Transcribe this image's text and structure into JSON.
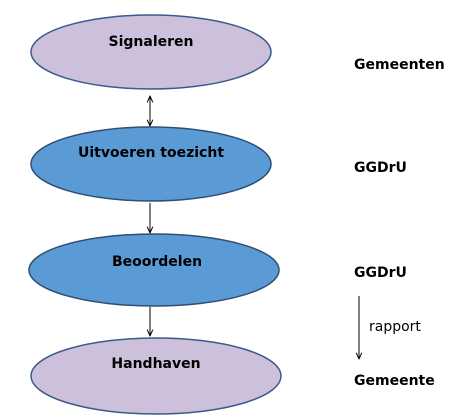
{
  "diagram": {
    "nodes": [
      {
        "id": "signaleren",
        "label": "Signaleren",
        "actor": "Gemeenten",
        "fill": "#ccc0da",
        "stroke": "#3a5b8c"
      },
      {
        "id": "uitvoeren",
        "label": "Uitvoeren toezicht",
        "actor": "GGDrU",
        "fill": "#5b9bd5",
        "stroke": "#2f4f74"
      },
      {
        "id": "beoordelen",
        "label": "Beoordelen",
        "actor": "GGDrU",
        "fill": "#5b9bd5",
        "stroke": "#2f4f74"
      },
      {
        "id": "handhaven",
        "label": "Handhaven",
        "actor": "Gemeente",
        "fill": "#ccc0da",
        "stroke": "#3a5b8c"
      }
    ],
    "edges": [
      {
        "from": "signaleren",
        "to": "uitvoeren",
        "direction": "both"
      },
      {
        "from": "uitvoeren",
        "to": "beoordelen",
        "direction": "forward"
      },
      {
        "from": "beoordelen",
        "to": "handhaven",
        "direction": "forward"
      }
    ],
    "side_note": {
      "label": "rapport",
      "color": "#000000"
    }
  }
}
